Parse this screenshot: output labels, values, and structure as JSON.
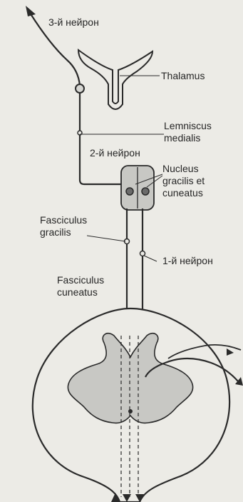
{
  "labels": {
    "neuron3": "3-й нейрон",
    "thalamus": "Thalamus",
    "lemniscus_line1": "Lemniscus",
    "lemniscus_line2": "medialis",
    "neuron2": "2-й нейрон",
    "nucleus_line1": "Nucleus",
    "nucleus_line2": "gracilis et",
    "nucleus_line3": "cuneatus",
    "fasc_gracilis_line1": "Fasciculus",
    "fasc_gracilis_line2": "gracilis",
    "neuron1": "1-й нейрон",
    "fasc_cuneatus_line1": "Fasciculus",
    "fasc_cuneatus_line2": "cuneatus"
  },
  "colors": {
    "background": "#ecebe6",
    "ink": "#2a2a2a",
    "grey_matter": "#c8c8c4"
  }
}
